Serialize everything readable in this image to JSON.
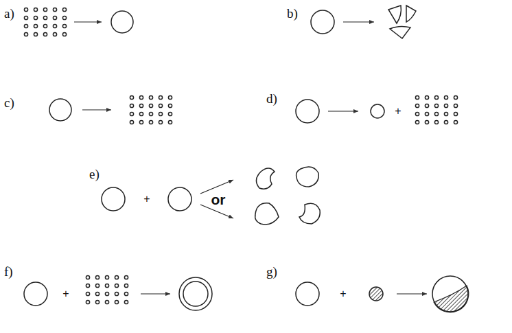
{
  "diagram": {
    "labels": [
      "a)",
      "b)",
      "c)",
      "d)",
      "+",
      "e)",
      "+",
      "or",
      "f)",
      "+",
      "g)",
      "+"
    ]
  }
}
